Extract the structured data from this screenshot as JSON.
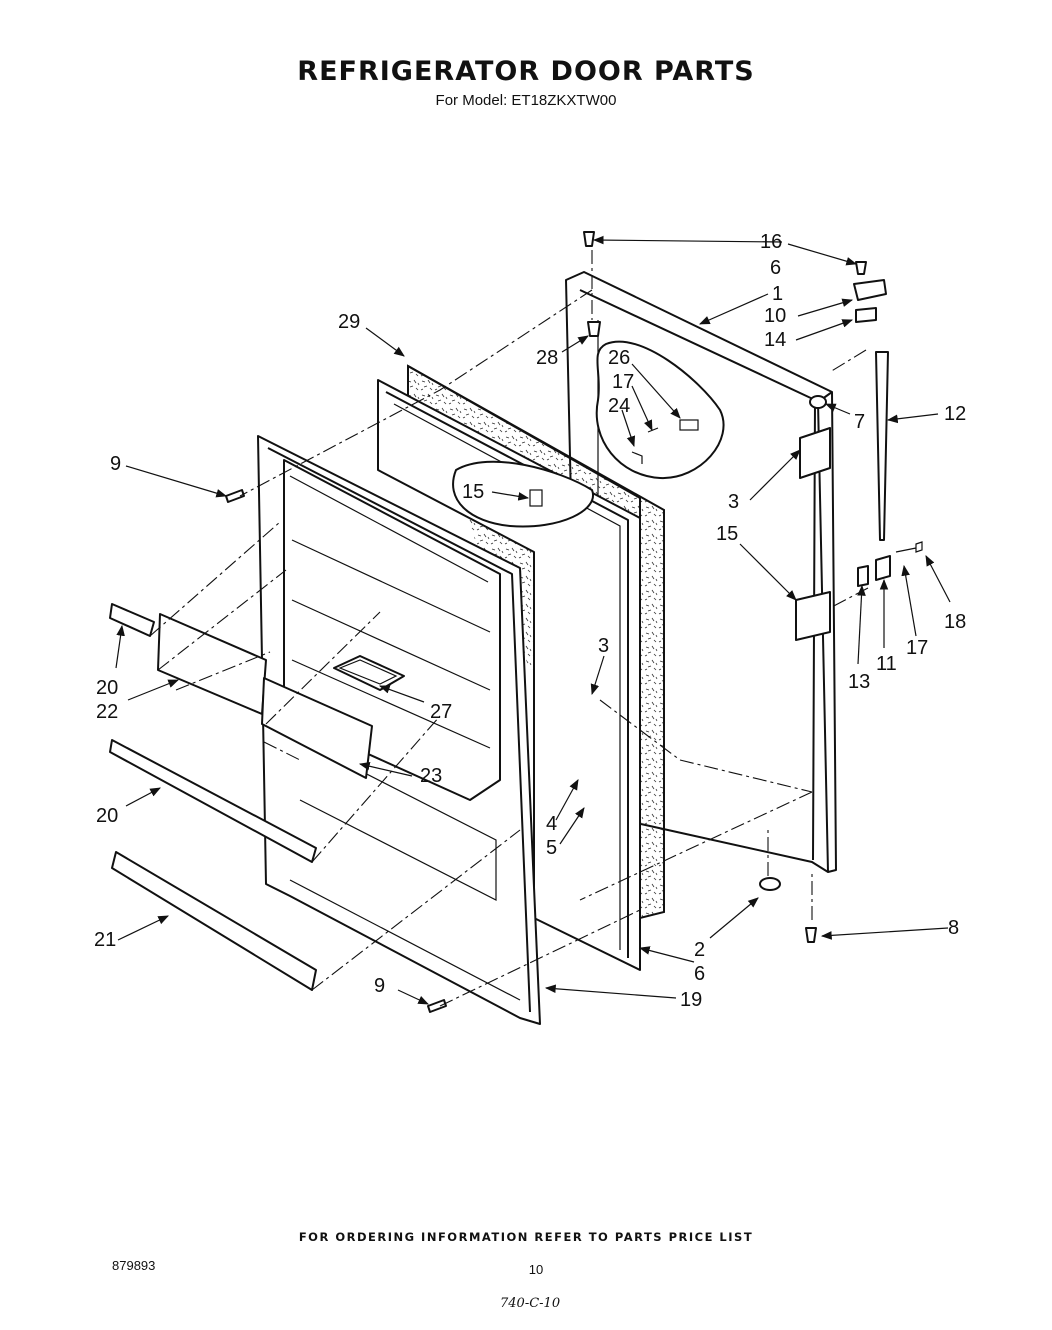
{
  "header": {
    "title": "REFRIGERATOR DOOR PARTS",
    "subtitle": "For Model: ET18ZKXTW00"
  },
  "footer": {
    "note": "FOR ORDERING INFORMATION REFER TO PARTS PRICE LIST",
    "code": "879893",
    "page": "10",
    "handwritten": "740-C-10"
  },
  "callouts": [
    "16",
    "6",
    "1",
    "10",
    "14",
    "12",
    "7",
    "29",
    "28",
    "26",
    "17",
    "24",
    "15",
    "3",
    "9",
    "15",
    "18",
    "17",
    "11",
    "13",
    "3",
    "20",
    "22",
    "27",
    "23",
    "20",
    "4",
    "5",
    "21",
    "2",
    "8",
    "6",
    "9",
    "19"
  ]
}
